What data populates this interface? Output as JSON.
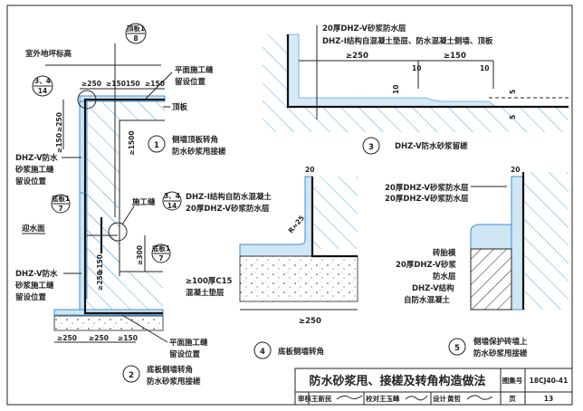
{
  "sheet": {
    "title": "防水砂浆甩、接槎及转角构造做法",
    "atlas_label": "图集号",
    "atlas_no": "18CJ40-41",
    "page_label": "页",
    "page_no": "13",
    "review_label": "审核",
    "reviewer": "王新民",
    "check_label": "校对",
    "checker": "王玉峰",
    "design_label": "设计",
    "designer": "黄哲"
  },
  "detail1": {
    "number": "1",
    "caption": [
      "侧墙顶板转角",
      "防水砂浆甩接槎"
    ],
    "ground_label": "室外地坪标高",
    "ref_top": {
      "top": "顶板1",
      "bottom": "8"
    },
    "ref_corner": {
      "top": "3、4",
      "bottom": "14"
    },
    "dims_h": [
      "≥250",
      "≥150",
      "150",
      "≥150"
    ],
    "dims_v": [
      "≥250",
      "≥150",
      "≥1500"
    ],
    "joint_label": [
      "平面施工缝",
      "留设位置"
    ],
    "roof_label": "顶板",
    "side_label": [
      "DHZ-V防水",
      "砂浆施工缝",
      "留设位置"
    ]
  },
  "detail2": {
    "number": "2",
    "caption": [
      "底板侧墙转角",
      "防水砂浆甩接槎"
    ],
    "ref_a": {
      "top": "底板1",
      "bottom": "7"
    },
    "ref_b": {
      "top": "底板1",
      "bottom": "7"
    },
    "ref_joint": {
      "top": "3、4",
      "bottom": "14"
    },
    "joint_label": "施工缝",
    "water_face": "迎水面",
    "side_label": [
      "DHZ-V防水",
      "砂浆施工缝",
      "留设位置"
    ],
    "dims_v": [
      "≥300",
      "≥250",
      "≥150"
    ],
    "dims_h": [
      "≥250",
      "≥250",
      "≥150"
    ],
    "joint_plane_label": [
      "平面施工缝",
      "留设位置"
    ]
  },
  "detail3": {
    "number": "3",
    "caption": "DHZ-V防水砂浆留槎",
    "labels": [
      "20厚DHZ-V砂浆防水层",
      "DHZ-Ⅰ结构自混凝土垫层、防水混凝土侧墙、顶板"
    ],
    "dims": [
      "≥250",
      "≥150",
      "10",
      "10",
      "10",
      "5",
      "5"
    ]
  },
  "detail4": {
    "number": "4",
    "caption": "底板侧墙转角",
    "labels": [
      "DHZ-Ⅰ结构自防水混凝土",
      "20厚DHZ-V砂浆防水层"
    ],
    "cushion_label": [
      "≥100厚C15",
      "混凝土垫层"
    ],
    "dims": [
      "20",
      "R≈25",
      "≥250"
    ]
  },
  "detail5": {
    "number": "5",
    "caption": [
      "侧墙保护砖墙上",
      "防水砂浆甩接槎"
    ],
    "labels_top": [
      "20厚DHZ-V砂浆防水层",
      "20厚DHZ-V砂浆防水层"
    ],
    "labels_side": [
      "砖胎模",
      "20厚DHZ-V砂浆",
      "防水层",
      "DHZ-V结构",
      "自防水混凝土"
    ],
    "dim": "20"
  }
}
